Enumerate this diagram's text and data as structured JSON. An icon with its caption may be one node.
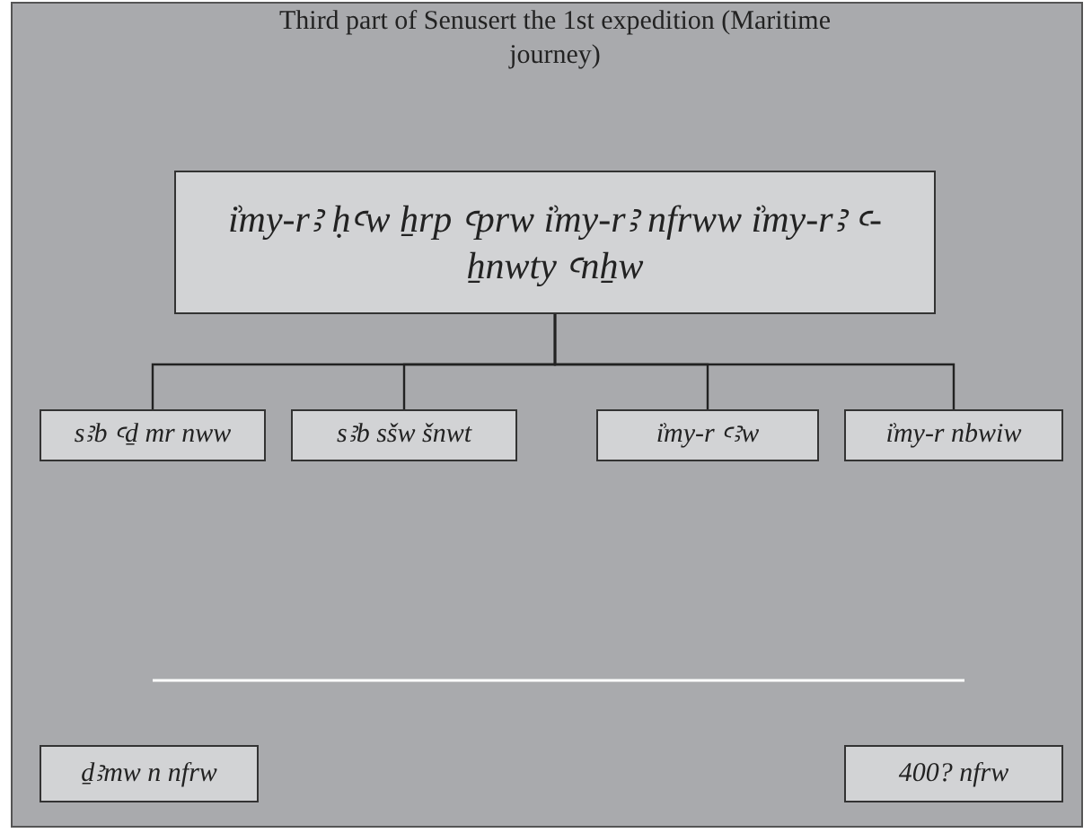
{
  "diagram": {
    "title": "Third part of Senusert the 1st expedition (Maritime journey)",
    "nodes": [
      {
        "text": [
          "i͗my-rꜣ ḥꜥw ẖrp ꜥprw i͗my-rꜣ nfrww i͗my-rꜣ ꜥ-ẖnwty ꜥnẖw"
        ]
      },
      {
        "text": [
          "sꜣb ꜥḏ mr nww"
        ]
      },
      {
        "text": [
          "sꜣb sšw šnwt"
        ]
      },
      {
        "text": [
          "i͗my-r ꜥꜣw"
        ]
      },
      {
        "text": [
          "i͗my-r nbwiw"
        ]
      },
      {
        "text": [
          "ḏꜣmw n nfrw"
        ]
      },
      {
        "text": [
          "400? nfrw"
        ]
      }
    ],
    "edges": [
      {
        "from": 0,
        "to": 1,
        "arrow": "none"
      },
      {
        "from": 0,
        "to": 2,
        "arrow": "none"
      },
      {
        "from": 0,
        "to": 3,
        "arrow": "none"
      },
      {
        "from": 0,
        "to": 4,
        "arrow": "none"
      }
    ]
  }
}
